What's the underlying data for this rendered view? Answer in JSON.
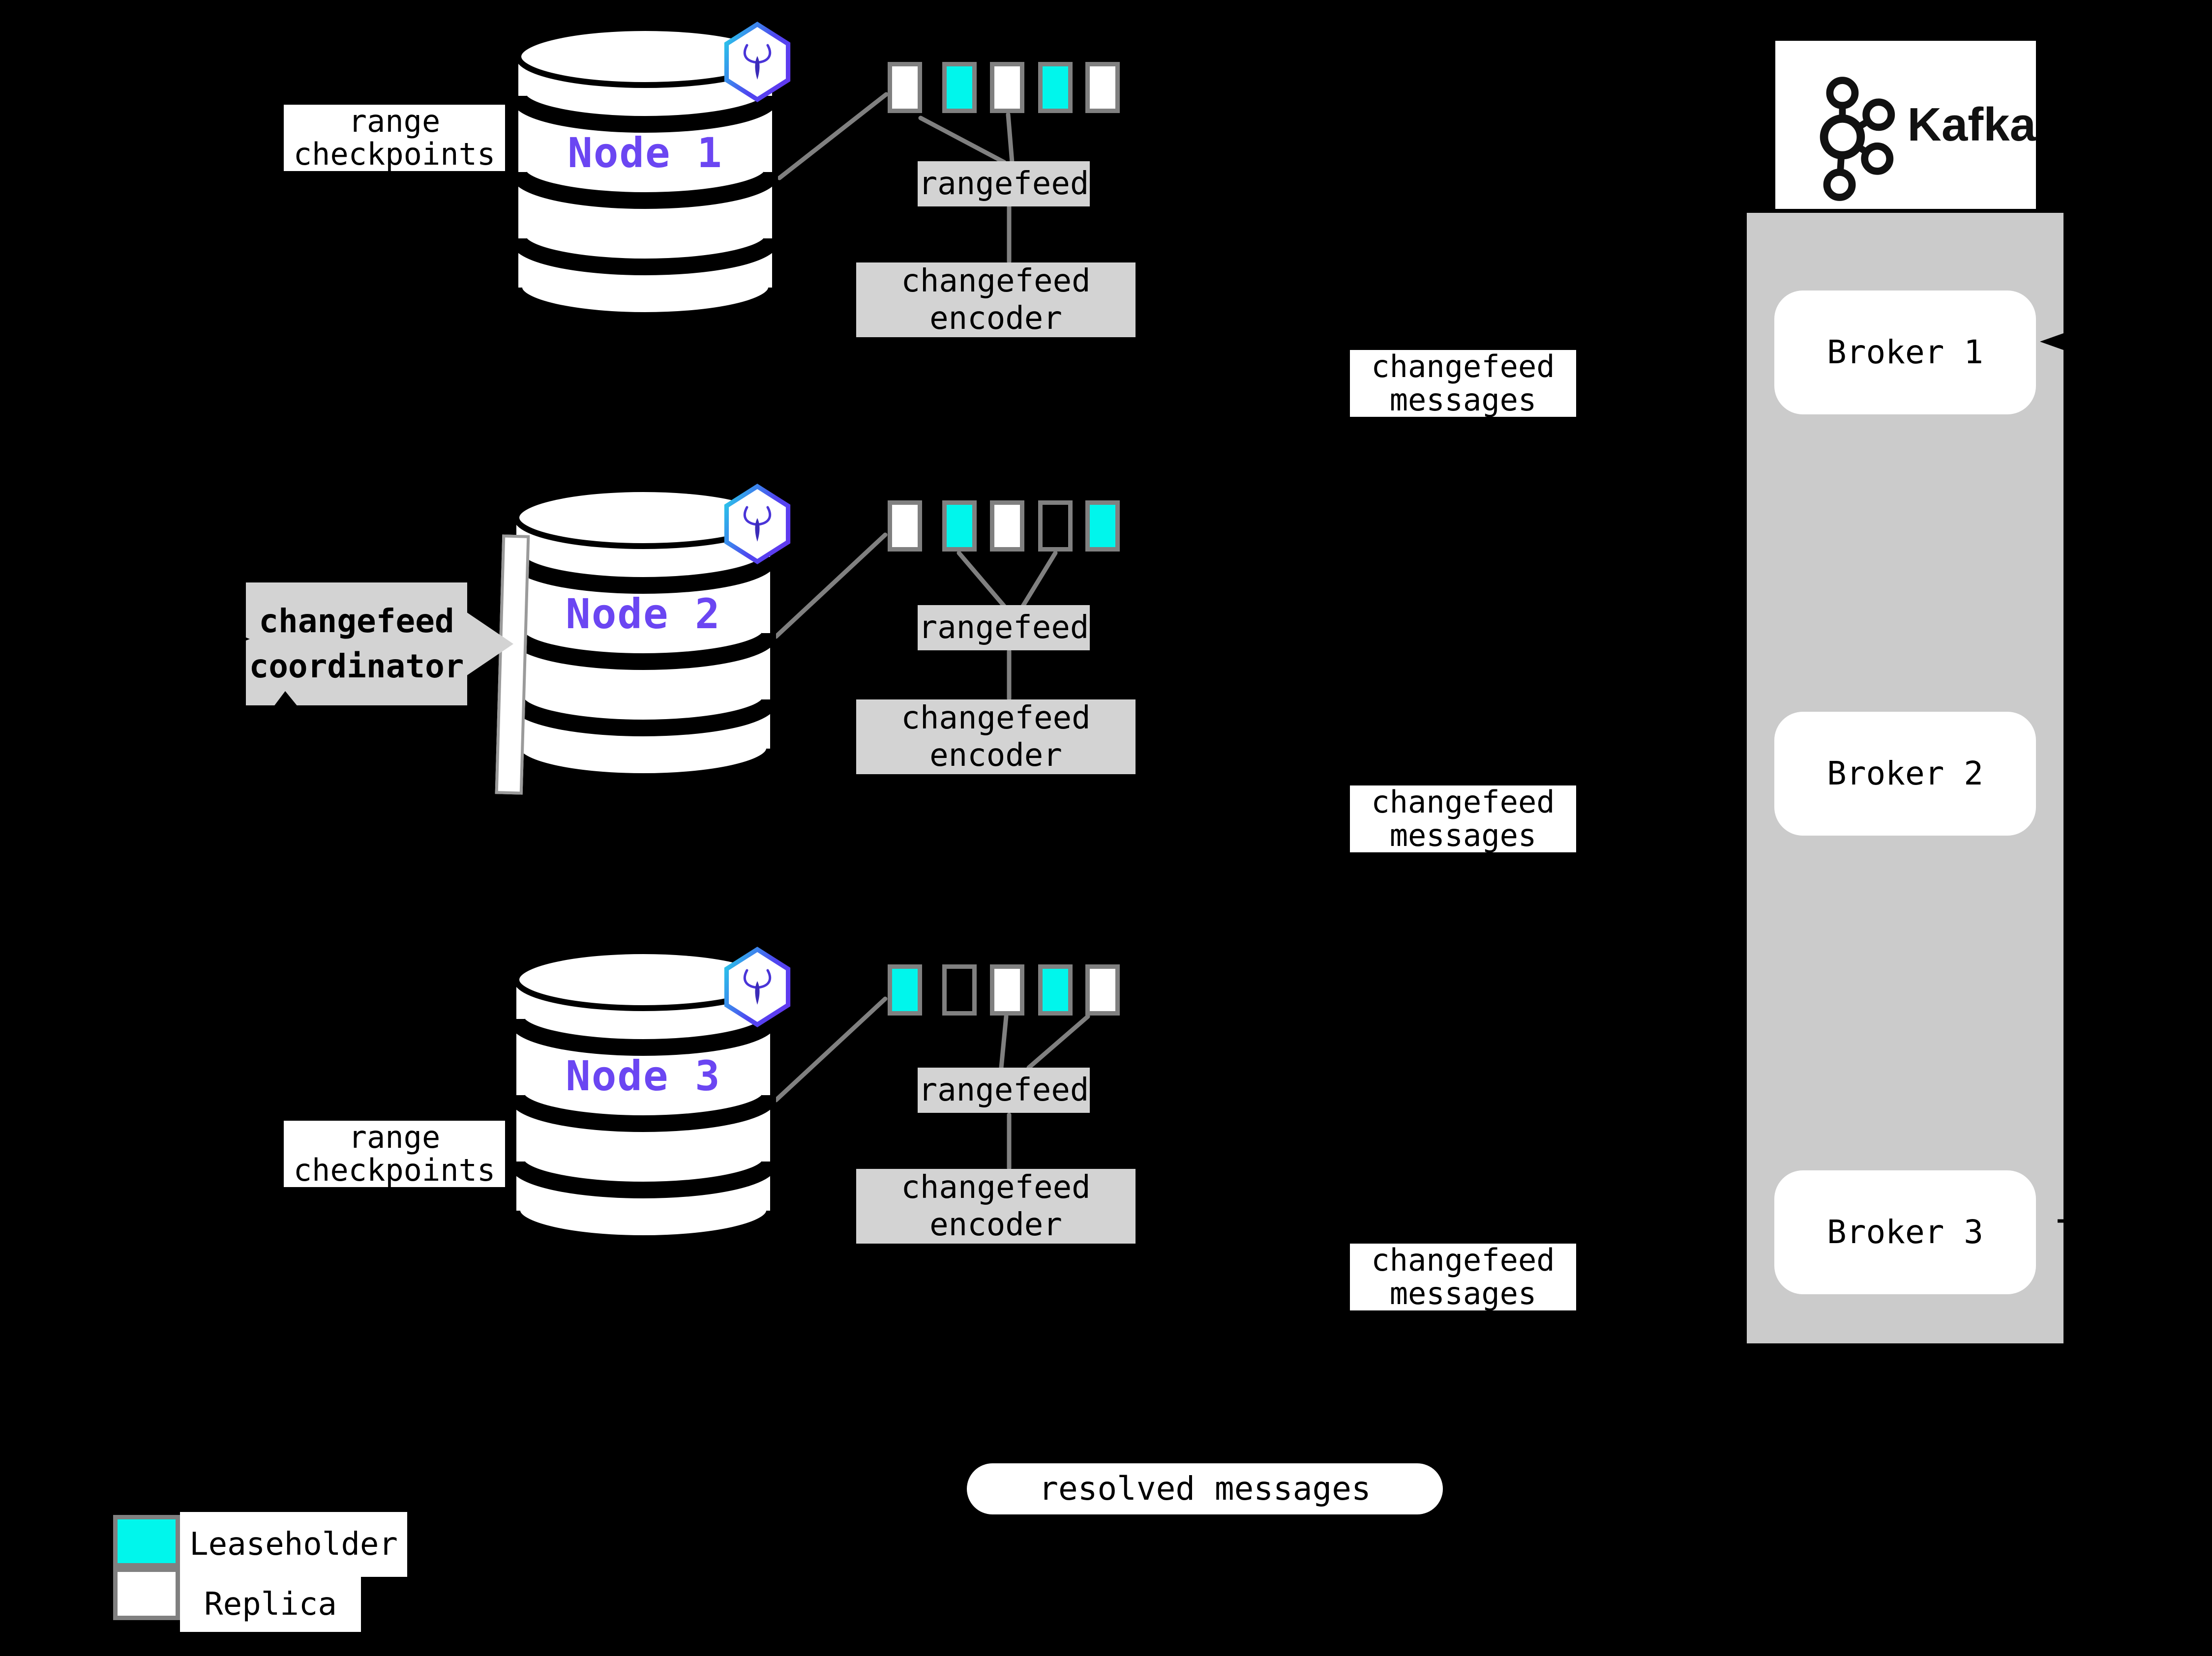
{
  "colors": {
    "background": "#000000",
    "leaseholder": "#00f6ec",
    "replica": "#ffffff",
    "empty": "#000000",
    "node_label": "#6b46f2",
    "box_gray": "#d3d3d3",
    "panel_gray": "#cbcbcb",
    "line_gray": "#808080",
    "border_gray": "#808080"
  },
  "nodes": [
    {
      "label": "Node 1",
      "squares": [
        "replica",
        "leaseholder",
        "replica",
        "leaseholder",
        "replica"
      ]
    },
    {
      "label": "Node 2",
      "squares": [
        "replica",
        "leaseholder",
        "replica",
        "empty",
        "leaseholder"
      ]
    },
    {
      "label": "Node 3",
      "squares": [
        "leaseholder",
        "empty",
        "replica",
        "leaseholder",
        "replica"
      ]
    }
  ],
  "labels": {
    "rangefeed": "rangefeed",
    "encoder_line1": "changefeed",
    "encoder_line2": "encoder",
    "checkpoints_line1": "range",
    "checkpoints_line2": "checkpoints",
    "messages_line1": "changefeed",
    "messages_line2": "messages",
    "resolved": "resolved messages"
  },
  "coordinator": {
    "line1": "changefeed",
    "line2": "coordinator"
  },
  "kafka": {
    "title": "Kafka",
    "brokers": [
      "Broker 1",
      "Broker 2",
      "Broker 3"
    ]
  },
  "legend": {
    "leaseholder": "Leaseholder",
    "replica": "Replica"
  }
}
